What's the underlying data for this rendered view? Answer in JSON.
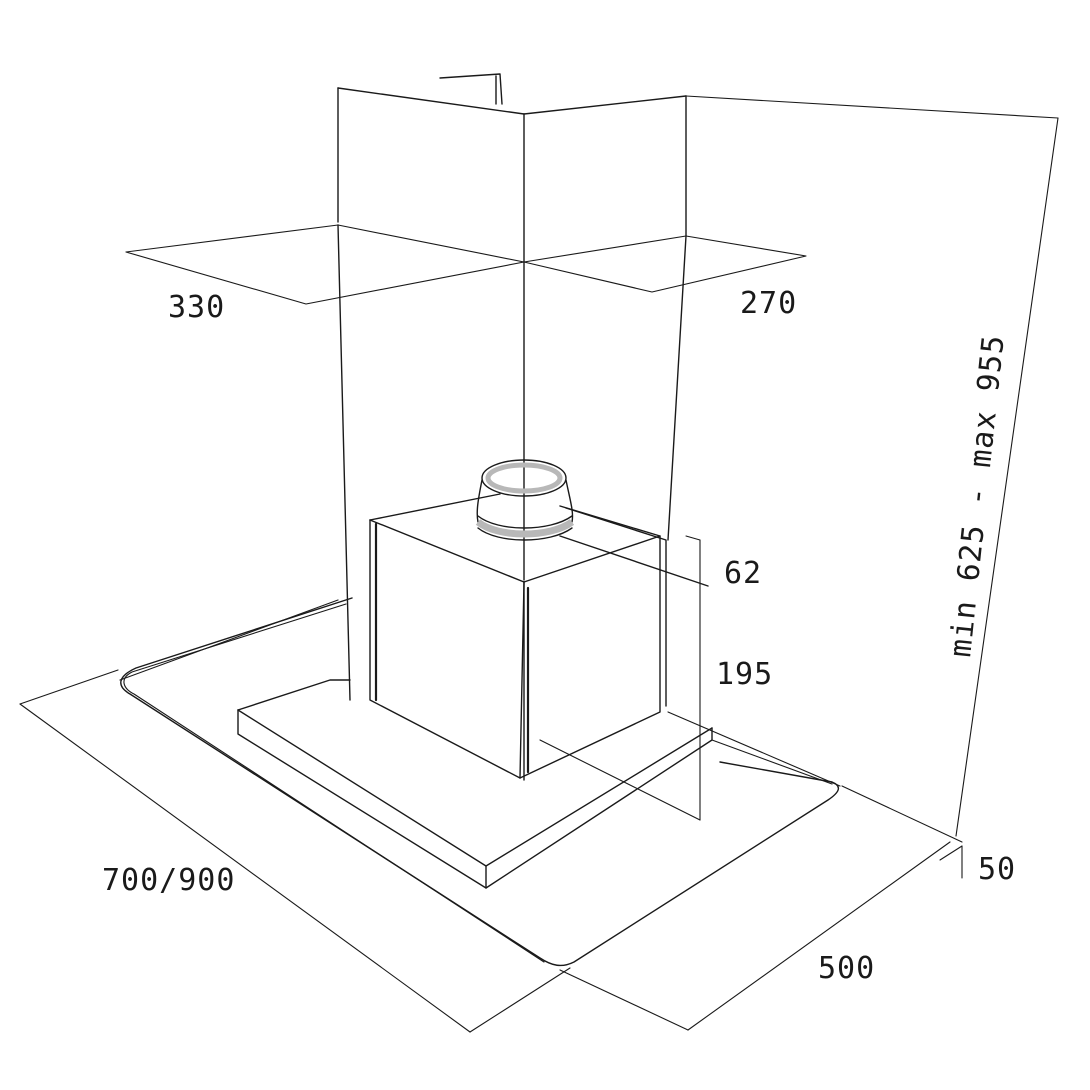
{
  "dimensions": {
    "width_left": "330",
    "width_right": "270",
    "height_range": "min 625 - max 955",
    "collar_height": "62",
    "body_height": "195",
    "glass_thickness": "50",
    "depth": "500",
    "width_options": "700/900"
  },
  "colors": {
    "line": "#1a1a1a",
    "accent": "#b8b8b8",
    "background": "#ffffff"
  }
}
